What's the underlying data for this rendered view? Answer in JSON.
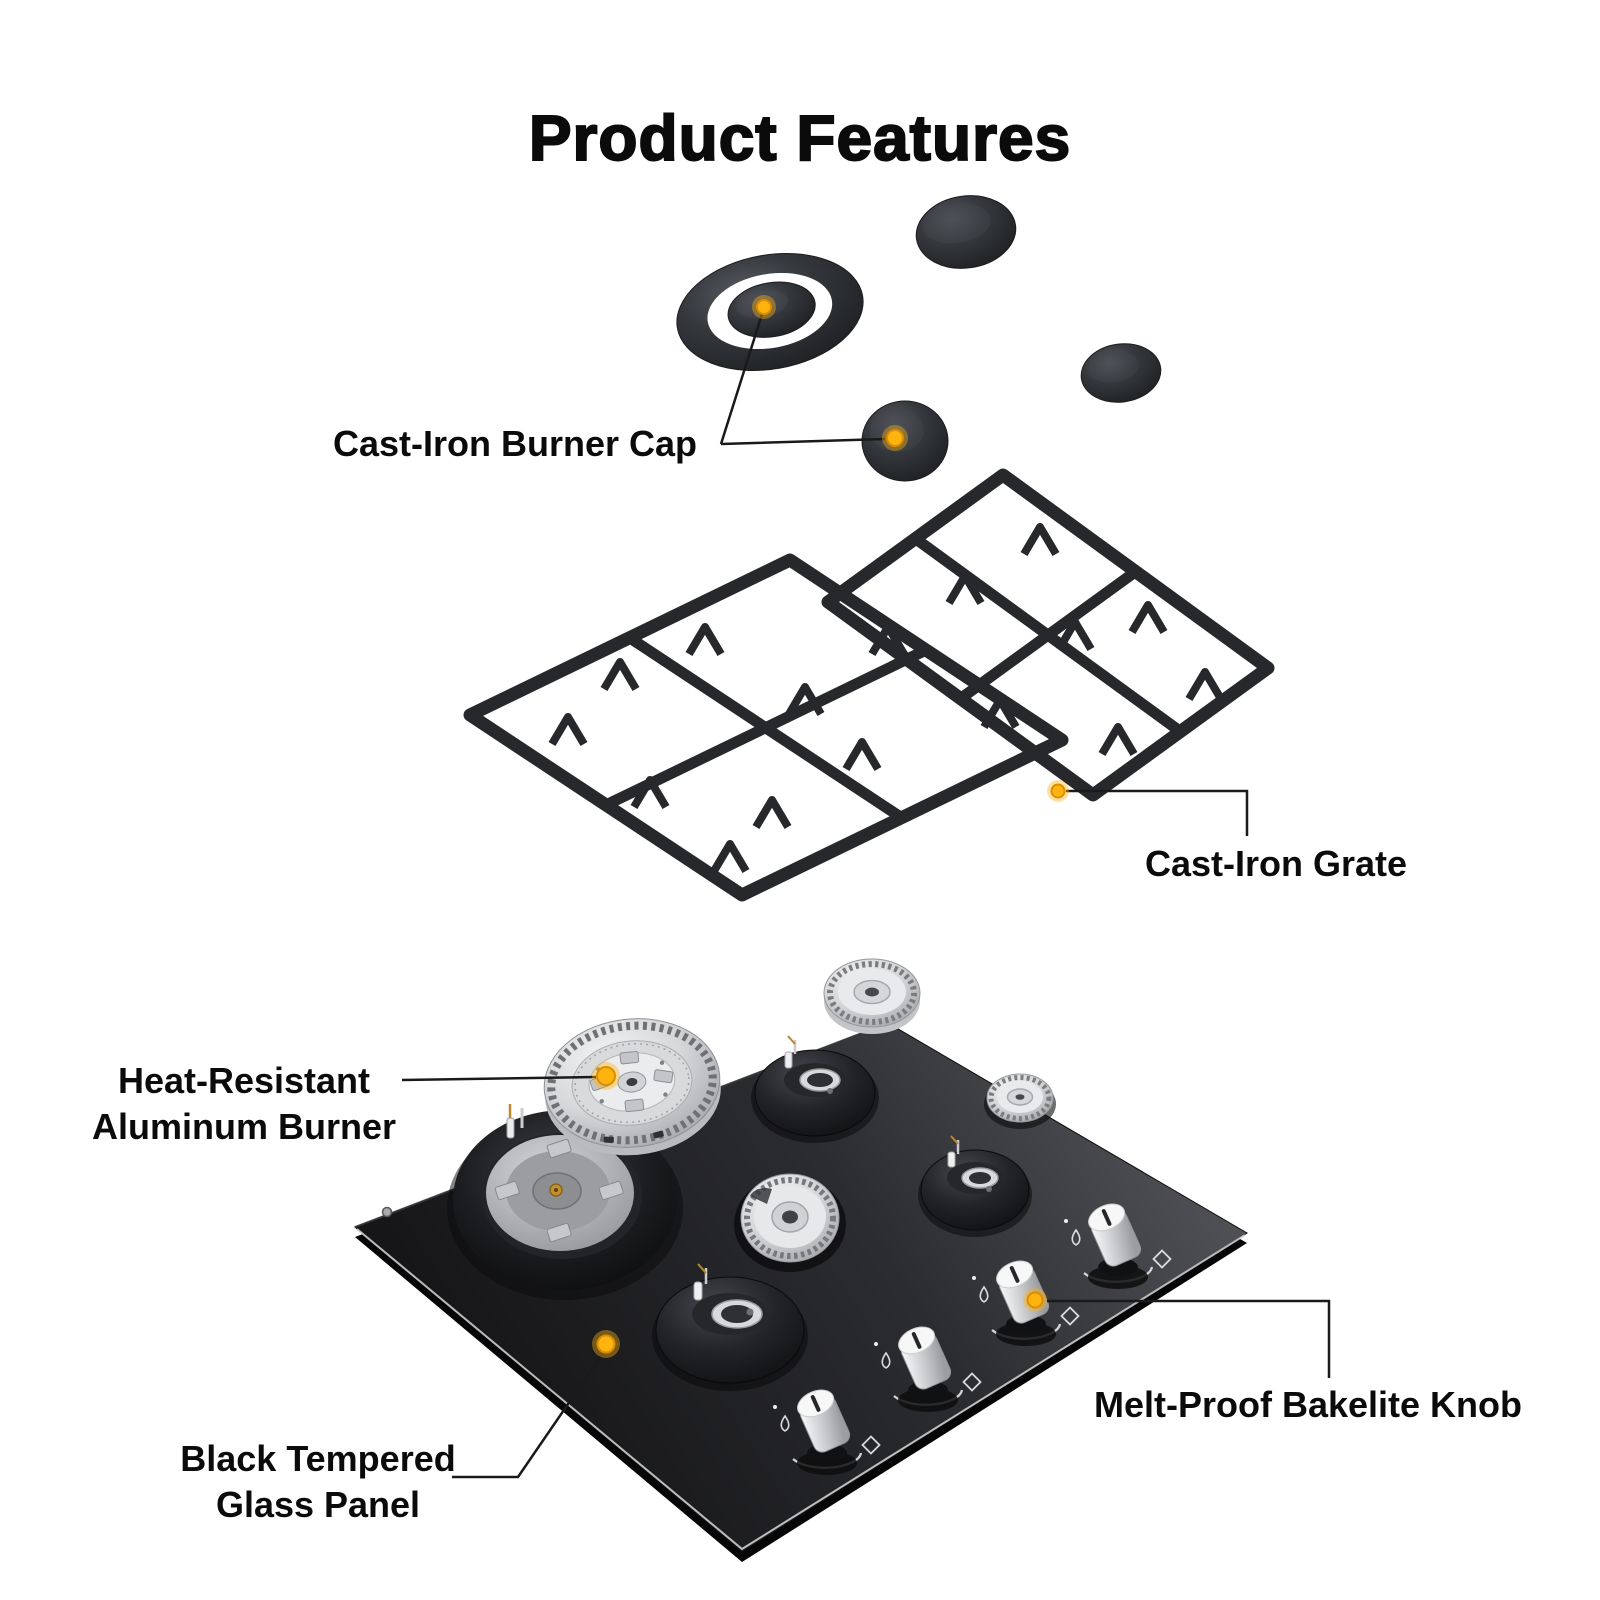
{
  "title": "Product Features",
  "labels": {
    "burner_cap": "Cast-Iron Burner Cap",
    "grate": "Cast-Iron Grate",
    "alu_burner_line1": "Heat-Resistant",
    "alu_burner_line2": "Aluminum Burner",
    "glass_line1": "Black Tempered",
    "glass_line2": "Glass Panel",
    "knob": "Melt-Proof Bakelite Knob"
  },
  "colors": {
    "marker_core": "#FFB30E",
    "marker_ring": "#DB8E00",
    "leader": "#1A1A1A",
    "text": "#0B0B0B"
  }
}
